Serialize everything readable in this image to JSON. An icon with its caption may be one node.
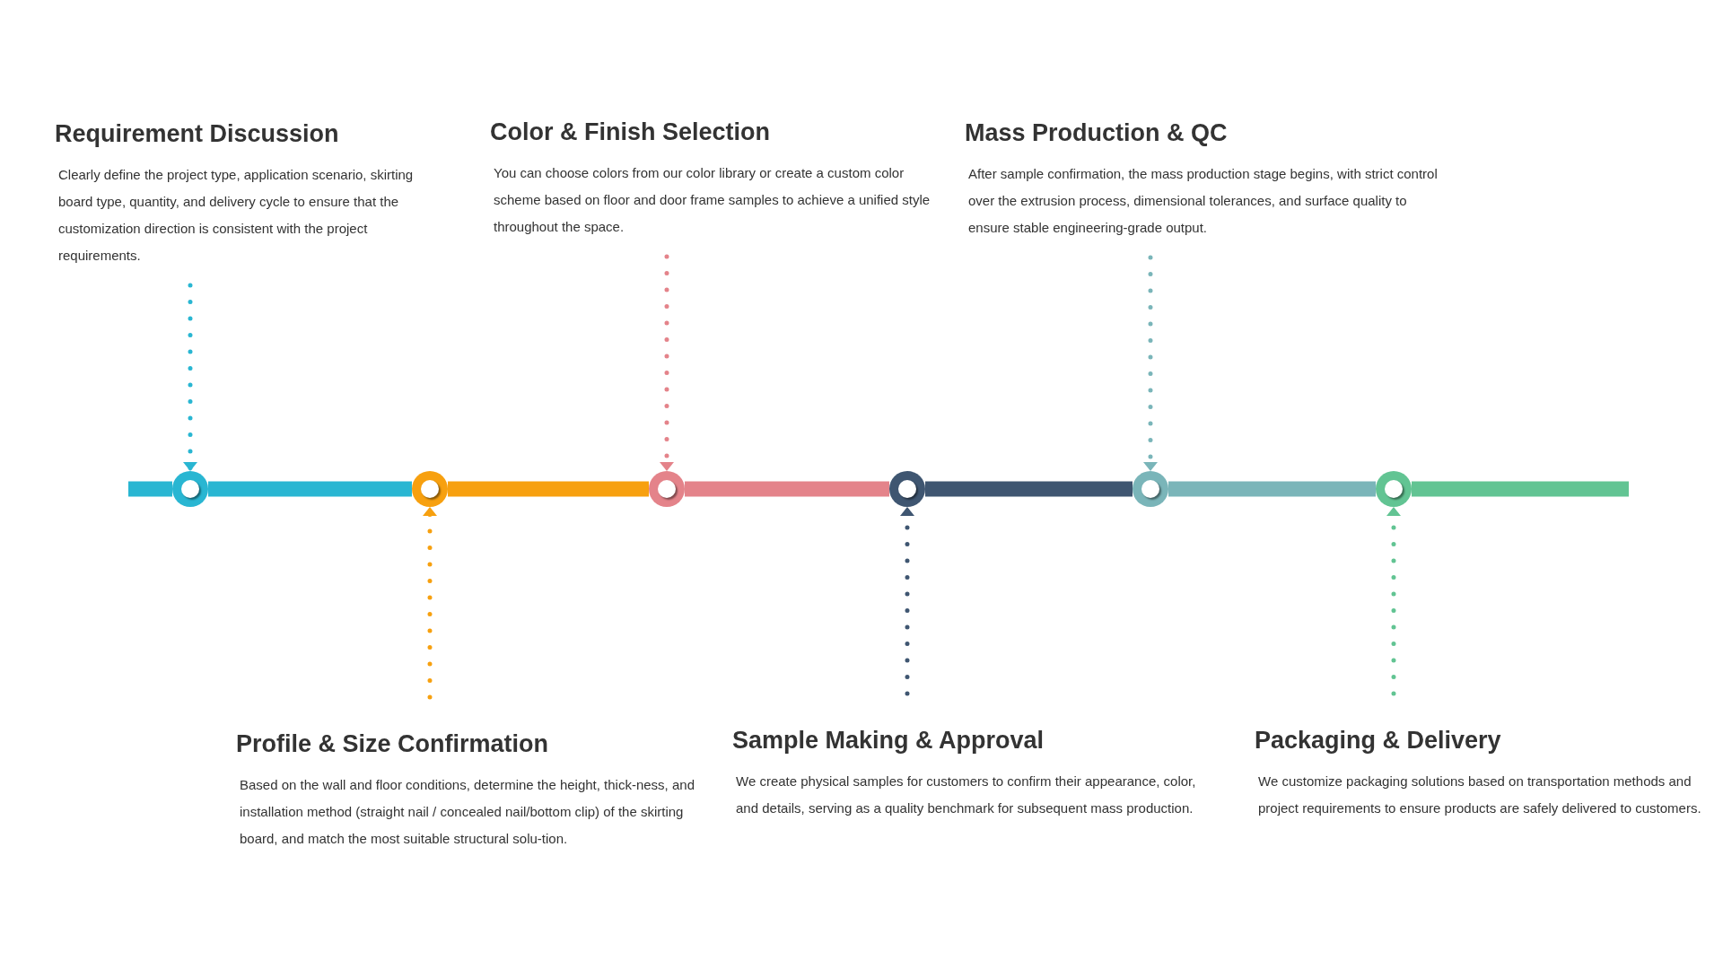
{
  "diagram": {
    "nodes": [
      {
        "text": [
          "Requirement Discussion",
          "Clearly define the project type, application scenario, skirting board type, quantity, and delivery cycle to ensure that the customization direction is consistent with the project requirements."
        ]
      },
      {
        "text": [
          "Color & Finish Selection",
          "You can choose colors from our color library or create a custom color scheme based on floor and door frame samples to achieve a unified style throughout the space."
        ]
      },
      {
        "text": [
          "Mass Production & QC",
          "After sample confirmation, the mass production stage begins, with strict control over the extrusion process, dimensional tolerances, and surface quality to ensure stable engineering-grade output."
        ]
      },
      {
        "text": [],
        "shape": "circle"
      },
      {
        "text": [],
        "shape": "circle"
      },
      {
        "text": [],
        "shape": "circle"
      },
      {
        "text": [],
        "shape": "circle"
      },
      {
        "text": [],
        "shape": "circle"
      },
      {
        "text": [],
        "shape": "circle"
      },
      {
        "text": [
          "Profile & Size Confirmation",
          "Based on the wall and floor conditions, determine the height, thick-ness, and installation method (straight nail / concealed nail/bottom clip) of the skirting board, and match the most suitable structural solu-tion."
        ]
      },
      {
        "text": [
          "Sample Making & Approval",
          "We create physical samples for customers to confirm their appearance, color, and details, serving as a quality benchmark for subsequent mass production."
        ]
      },
      {
        "text": [
          "Packaging & Delivery",
          "We customize packaging solutions based on transportation methods and project requirements to ensure products are safely delivered to customers."
        ]
      }
    ],
    "edges": [
      {
        "from": null,
        "to": 3,
        "arrow": "none",
        "color": "#29b6d2"
      },
      {
        "from": 3,
        "to": 4,
        "arrow": "none",
        "color": "#29b6d2"
      },
      {
        "from": 4,
        "to": 5,
        "arrow": "none",
        "color": "#f7a00f"
      },
      {
        "from": 5,
        "to": 6,
        "arrow": "none",
        "color": "#e4838a"
      },
      {
        "from": 6,
        "to": 7,
        "arrow": "none",
        "color": "#3f5671"
      },
      {
        "from": 7,
        "to": 8,
        "arrow": "none",
        "color": "#7ab5b9"
      },
      {
        "from": 8,
        "to": null,
        "arrow": "none",
        "color": "#62c493"
      },
      {
        "from": 0,
        "to": 3,
        "arrow": "to",
        "style": "dashed",
        "color": "#29b6d2"
      },
      {
        "from": 9,
        "to": 4,
        "arrow": "to",
        "style": "dashed",
        "color": "#f7a00f"
      },
      {
        "from": 1,
        "to": 5,
        "arrow": "to",
        "style": "dashed",
        "color": "#e4838a"
      },
      {
        "from": 10,
        "to": 6,
        "arrow": "to",
        "style": "dashed",
        "color": "#3f5671"
      },
      {
        "from": 2,
        "to": 7,
        "arrow": "to",
        "style": "dashed",
        "color": "#7ab5b9"
      },
      {
        "from": 11,
        "to": 8,
        "arrow": "to",
        "style": "dashed",
        "color": "#62c493"
      }
    ]
  }
}
